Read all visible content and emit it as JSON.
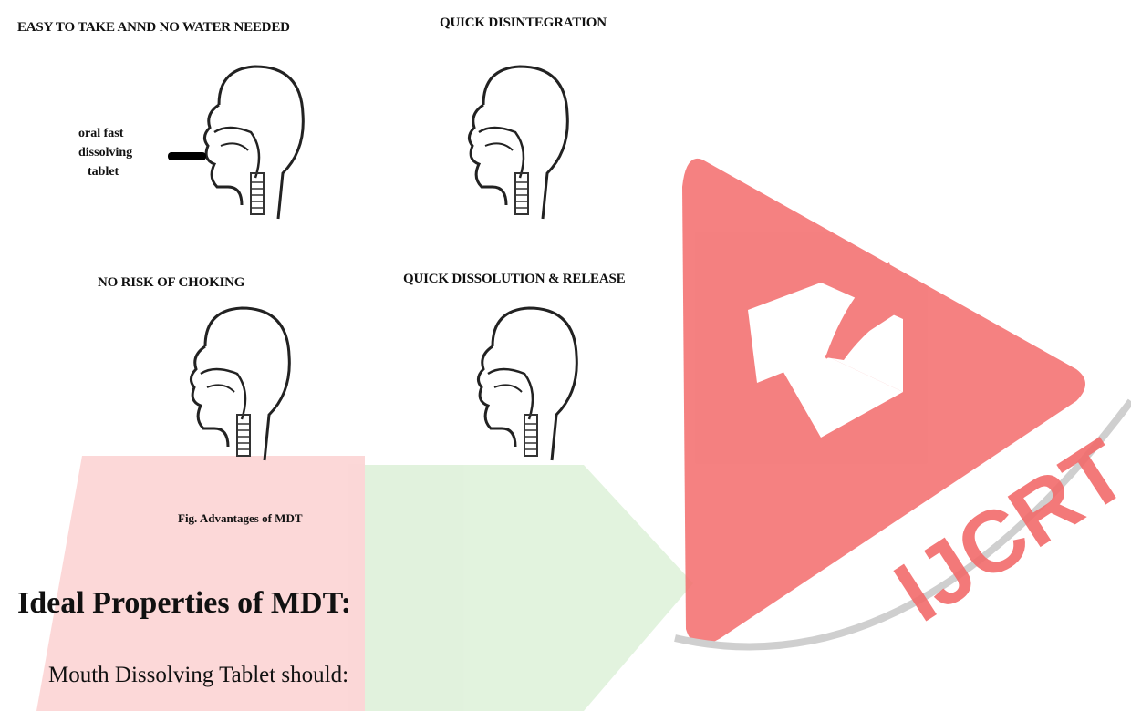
{
  "figure": {
    "panels": [
      {
        "title": "EASY TO TAKE ANND NO WATER NEEDED"
      },
      {
        "title": "QUICK DISINTEGRATION"
      },
      {
        "title": "NO RISK OF CHOKING"
      },
      {
        "title": "QUICK DISSOLUTION & RELEASE"
      }
    ],
    "tablet_label_lines": [
      "oral fast",
      "dissolving",
      "tablet"
    ],
    "caption": "Fig. Advantages of MDT"
  },
  "section": {
    "heading": "Ideal Properties of MDT:",
    "intro": "Mouth Dissolving Tablet should:"
  },
  "watermark": {
    "text": "IJCRT",
    "colors": {
      "red": "#f04e4e",
      "green": "#7ac96a",
      "white": "#ffffff"
    }
  }
}
